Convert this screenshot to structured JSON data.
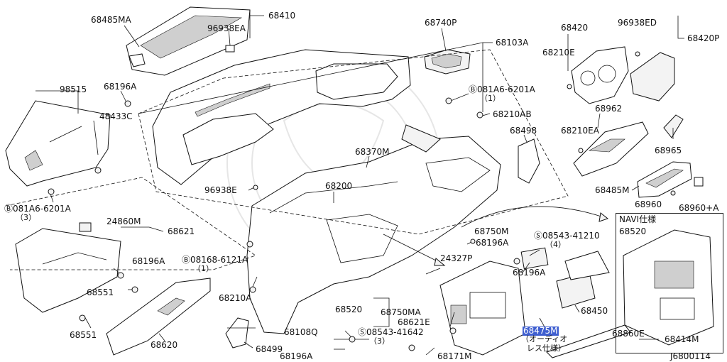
{
  "diagram_id": "J6800114",
  "navi_box_title": "NAVI仕様",
  "parts": {
    "p68485MA": "68485MA",
    "p68410": "68410",
    "p96938EA": "96938EA",
    "p68740P": "68740P",
    "p68103A": "68103A",
    "p68420": "68420",
    "p96938ED": "96938ED",
    "p68420P": "68420P",
    "p68210E": "68210E",
    "p98515": "98515",
    "p68196A_1": "68196A",
    "p48433C": "48433C",
    "pB081A6_top": "Ⓑ081A6-6201A",
    "q1_top": "（1）",
    "p68210AB": "68210AB",
    "p68962": "68962",
    "p68210EA": "68210EA",
    "p68498": "68498",
    "p68965": "68965",
    "p68370M": "68370M",
    "p96938E": "96938E",
    "p68200": "68200",
    "p68485M": "68485M",
    "p68960": "68960",
    "p68960A": "68960+A",
    "pB081A6_left": "Ⓑ081A6-6201A",
    "q3_left": "（3）",
    "p24860M": "24860M",
    "p68621": "68621",
    "p68750M": "68750M",
    "p68196A_2": "68196A",
    "pS08543_41210": "Ⓢ08543-41210",
    "q4": "（4）",
    "p68520_navi": "68520",
    "p24327P": "24327P",
    "p68196A_3": "68196A",
    "p68196A_4": "68196A",
    "pB08168": "Ⓑ08168-6121A",
    "q1_mid": "（1）",
    "p68551_a": "68551",
    "p68210A": "68210A",
    "p68450": "68450",
    "p68520": "68520",
    "p68750MA": "68750MA",
    "p68621E": "68621E",
    "p68475M": "68475M",
    "note_audio": "（オーディオ",
    "note_less": "レス仕様）",
    "p68860E": "68860E",
    "p68414M": "68414M",
    "p68551_b": "68551",
    "p68620": "68620",
    "p68108Q": "68108Q",
    "pS08543_41642": "Ⓢ08543-41642",
    "q3_bottom": "（3）",
    "p68499": "68499",
    "p68196A_5": "68196A",
    "p68171M": "68171M"
  }
}
